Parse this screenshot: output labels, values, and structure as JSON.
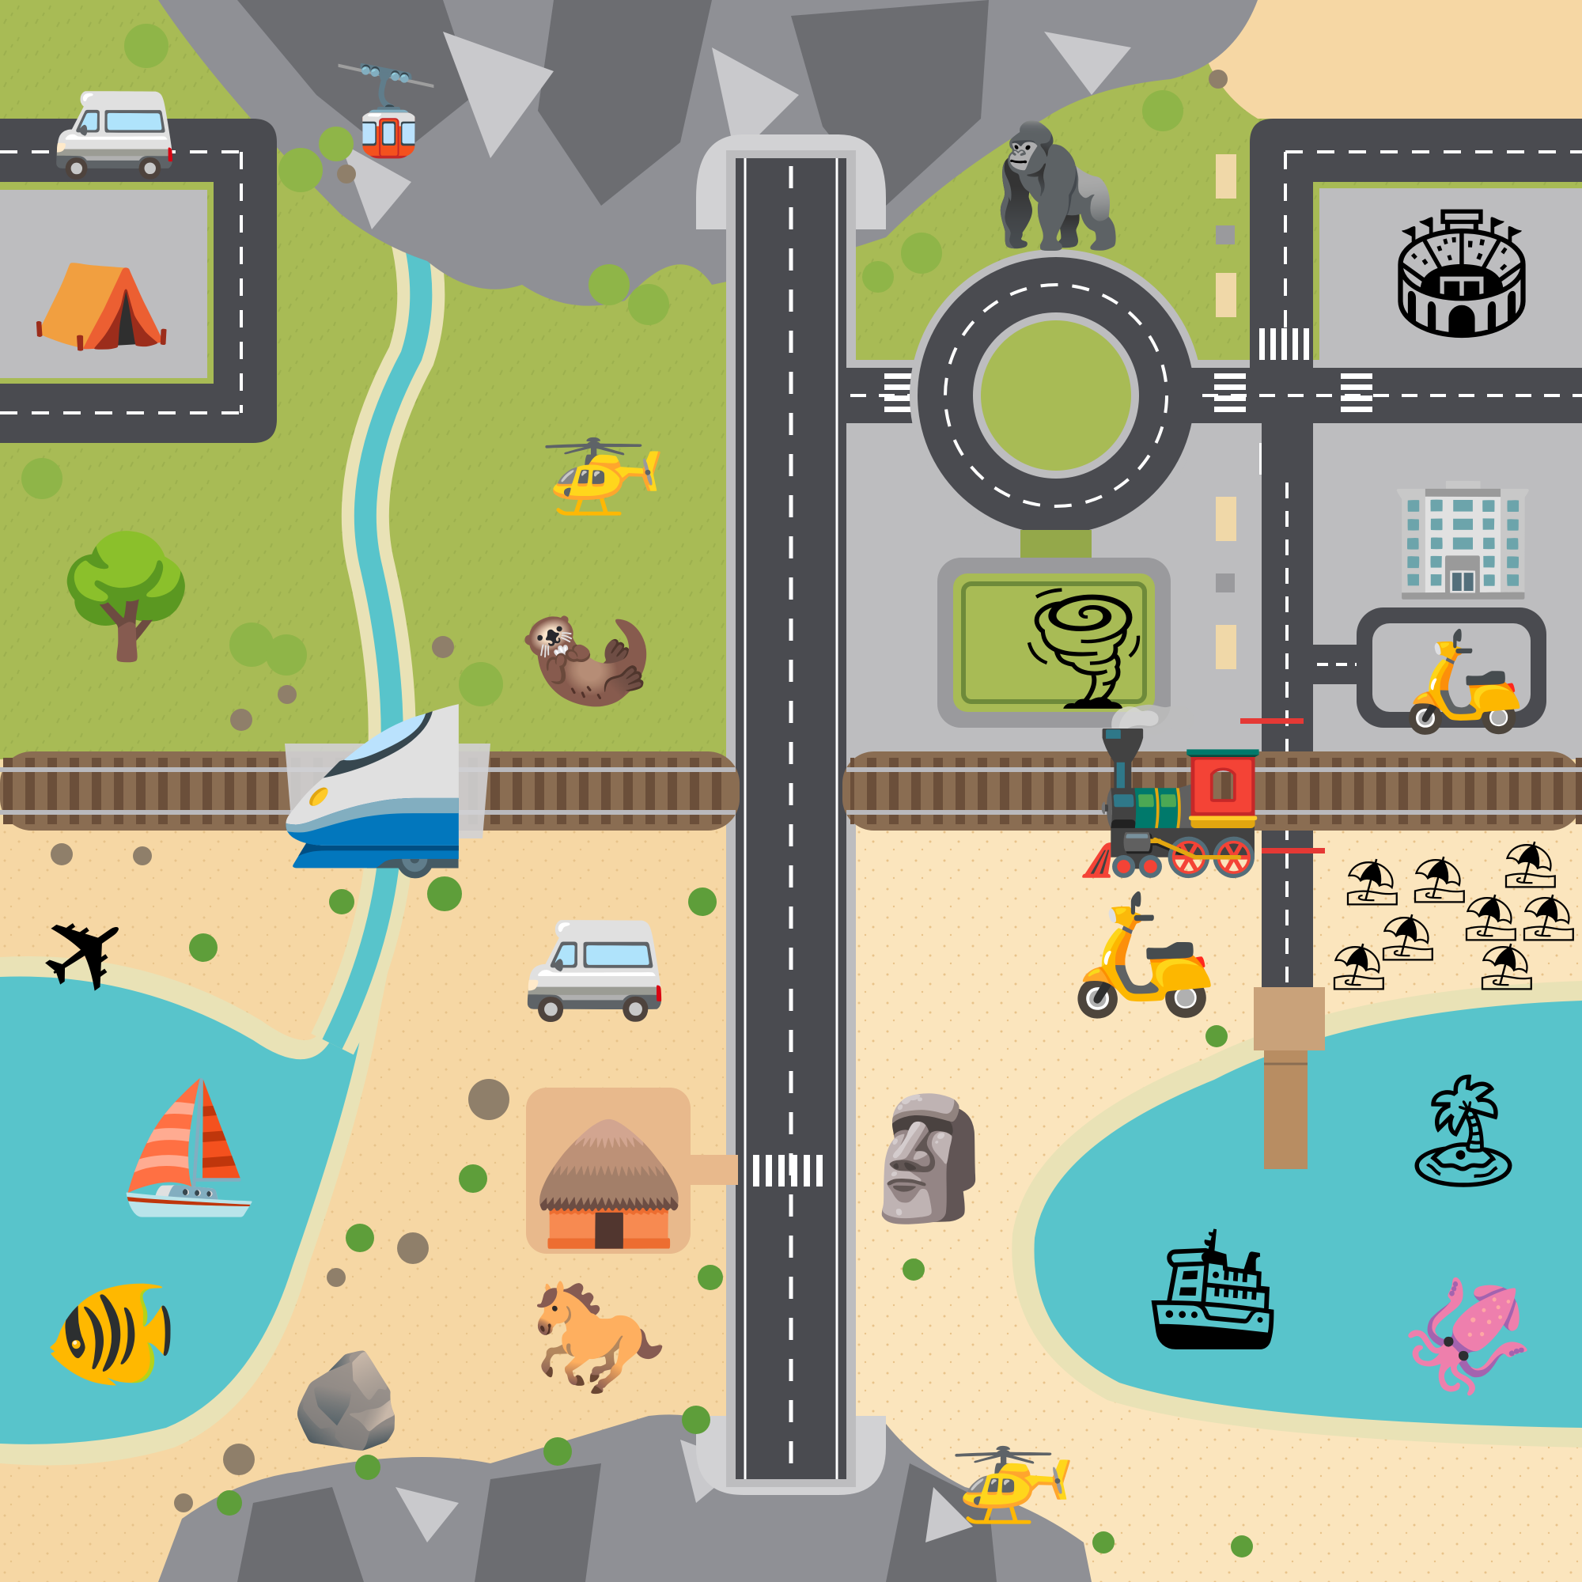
{
  "map": {
    "colors": {
      "grass": "#a8bb55",
      "grass_dark": "#94a84a",
      "sand": "#f6d7a4",
      "sand_light": "#fbe5bd",
      "water": "#58c4cb",
      "water_edge": "#8fd9dd",
      "shore": "#e9e2b6",
      "asphalt": "#4a4b50",
      "pavement": "#bdbdbf",
      "road_line": "#ffffff",
      "rock": "#8f9095",
      "rock_light": "#c9c9cc",
      "rock_dark": "#5d5e63",
      "rail_bed": "#8a6d52",
      "rail_sleeper": "#6b4f3a",
      "rail_metal": "#b9b9bd"
    },
    "sprites": [
      {
        "id": "van-top-left",
        "icon": "camper-van-icon",
        "glyph": "🚐",
        "interactable": true
      },
      {
        "id": "cable-car",
        "icon": "cable-car-icon",
        "glyph": "🚡",
        "interactable": true
      },
      {
        "id": "tent",
        "icon": "tent-icon",
        "glyph": "⛺",
        "interactable": true
      },
      {
        "id": "gorilla",
        "icon": "gorilla-icon",
        "glyph": "🦍",
        "interactable": true
      },
      {
        "id": "stadium",
        "icon": "stadium-icon",
        "glyph": "🏟",
        "interactable": true
      },
      {
        "id": "helicopter-top",
        "icon": "helicopter-icon",
        "glyph": "🚁",
        "interactable": true
      },
      {
        "id": "tree",
        "icon": "tree-icon",
        "glyph": "🌳",
        "interactable": false
      },
      {
        "id": "otter",
        "icon": "otter-icon",
        "glyph": "🦦",
        "interactable": true
      },
      {
        "id": "office-building",
        "icon": "office-building-icon",
        "glyph": "🏢",
        "interactable": true
      },
      {
        "id": "tornado",
        "icon": "tornado-icon",
        "glyph": "🌪",
        "interactable": false
      },
      {
        "id": "scooter-blue",
        "icon": "motor-scooter-icon",
        "glyph": "🛵",
        "interactable": true
      },
      {
        "id": "bullet-train",
        "icon": "bullet-train-icon",
        "glyph": "🚄",
        "interactable": true
      },
      {
        "id": "steam-train",
        "icon": "steam-locomotive-icon",
        "glyph": "🚂",
        "interactable": true
      },
      {
        "id": "airplane",
        "icon": "airplane-icon",
        "glyph": "✈",
        "interactable": true
      },
      {
        "id": "van-beach",
        "icon": "camper-van-icon",
        "glyph": "🚐",
        "interactable": true
      },
      {
        "id": "scooter-red",
        "icon": "motor-scooter-icon",
        "glyph": "🛵",
        "interactable": true
      },
      {
        "id": "sailboat",
        "icon": "sailboat-icon",
        "glyph": "⛵",
        "interactable": true
      },
      {
        "id": "hut",
        "icon": "hut-icon",
        "glyph": "🛖",
        "interactable": true
      },
      {
        "id": "moai",
        "icon": "moai-icon",
        "glyph": "🗿",
        "interactable": false
      },
      {
        "id": "palm-island",
        "icon": "desert-island-icon",
        "glyph": "🏝",
        "interactable": false
      },
      {
        "id": "ship",
        "icon": "passenger-ship-icon",
        "glyph": "🛳",
        "interactable": true
      },
      {
        "id": "tropical-fish",
        "icon": "tropical-fish-icon",
        "glyph": "🐠",
        "interactable": true
      },
      {
        "id": "horse",
        "icon": "horse-icon",
        "glyph": "🐎",
        "interactable": true
      },
      {
        "id": "squid",
        "icon": "squid-icon",
        "glyph": "🦑",
        "interactable": true
      },
      {
        "id": "rock",
        "icon": "rock-icon",
        "glyph": "🪨",
        "interactable": false
      },
      {
        "id": "helicopter-bottom",
        "icon": "helicopter-icon",
        "glyph": "🚁",
        "interactable": true
      },
      {
        "id": "umbrella-1",
        "icon": "beach-umbrella-icon",
        "glyph": "⛱",
        "interactable": false
      },
      {
        "id": "umbrella-2",
        "icon": "beach-umbrella-icon",
        "glyph": "⛱",
        "interactable": false
      },
      {
        "id": "umbrella-3",
        "icon": "beach-umbrella-icon",
        "glyph": "⛱",
        "interactable": false
      },
      {
        "id": "umbrella-4",
        "icon": "beach-umbrella-icon",
        "glyph": "⛱",
        "interactable": false
      },
      {
        "id": "umbrella-5",
        "icon": "beach-umbrella-icon",
        "glyph": "⛱",
        "interactable": false
      },
      {
        "id": "umbrella-6",
        "icon": "beach-umbrella-icon",
        "glyph": "⛱",
        "interactable": false
      },
      {
        "id": "umbrella-7",
        "icon": "beach-umbrella-icon",
        "glyph": "⛱",
        "interactable": false
      },
      {
        "id": "umbrella-8",
        "icon": "beach-umbrella-icon",
        "glyph": "⛱",
        "interactable": false
      }
    ]
  }
}
